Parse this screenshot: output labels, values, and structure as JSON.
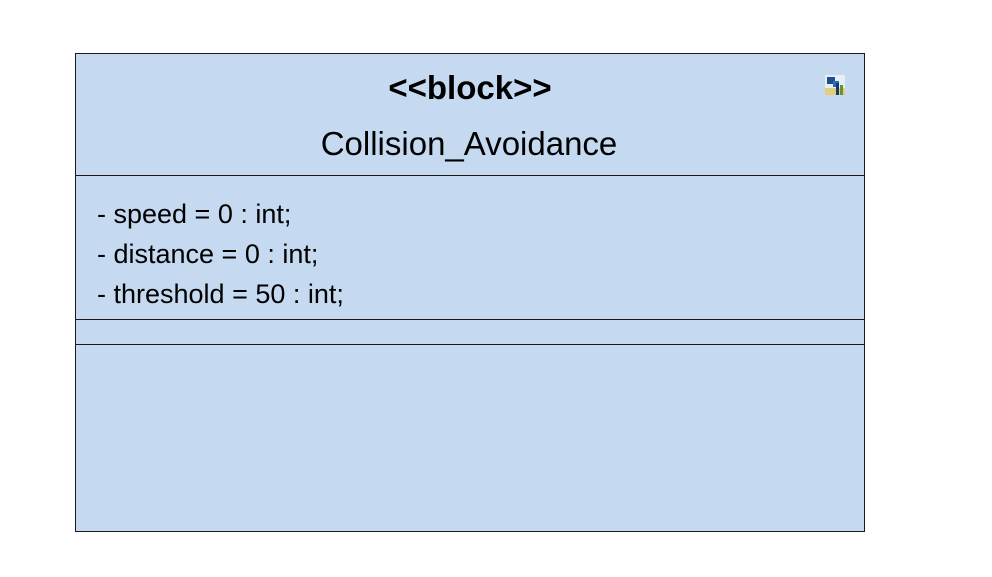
{
  "block": {
    "stereotype": "<<block>>",
    "name": "Collision_Avoidance",
    "icon": "block-element-icon",
    "fill_color": "#c5daf0",
    "border_color": "#1a1a1a",
    "attributes": [
      "- speed = 0 : int;",
      "- distance = 0 : int;",
      "- threshold = 50 : int;"
    ],
    "operations": []
  }
}
